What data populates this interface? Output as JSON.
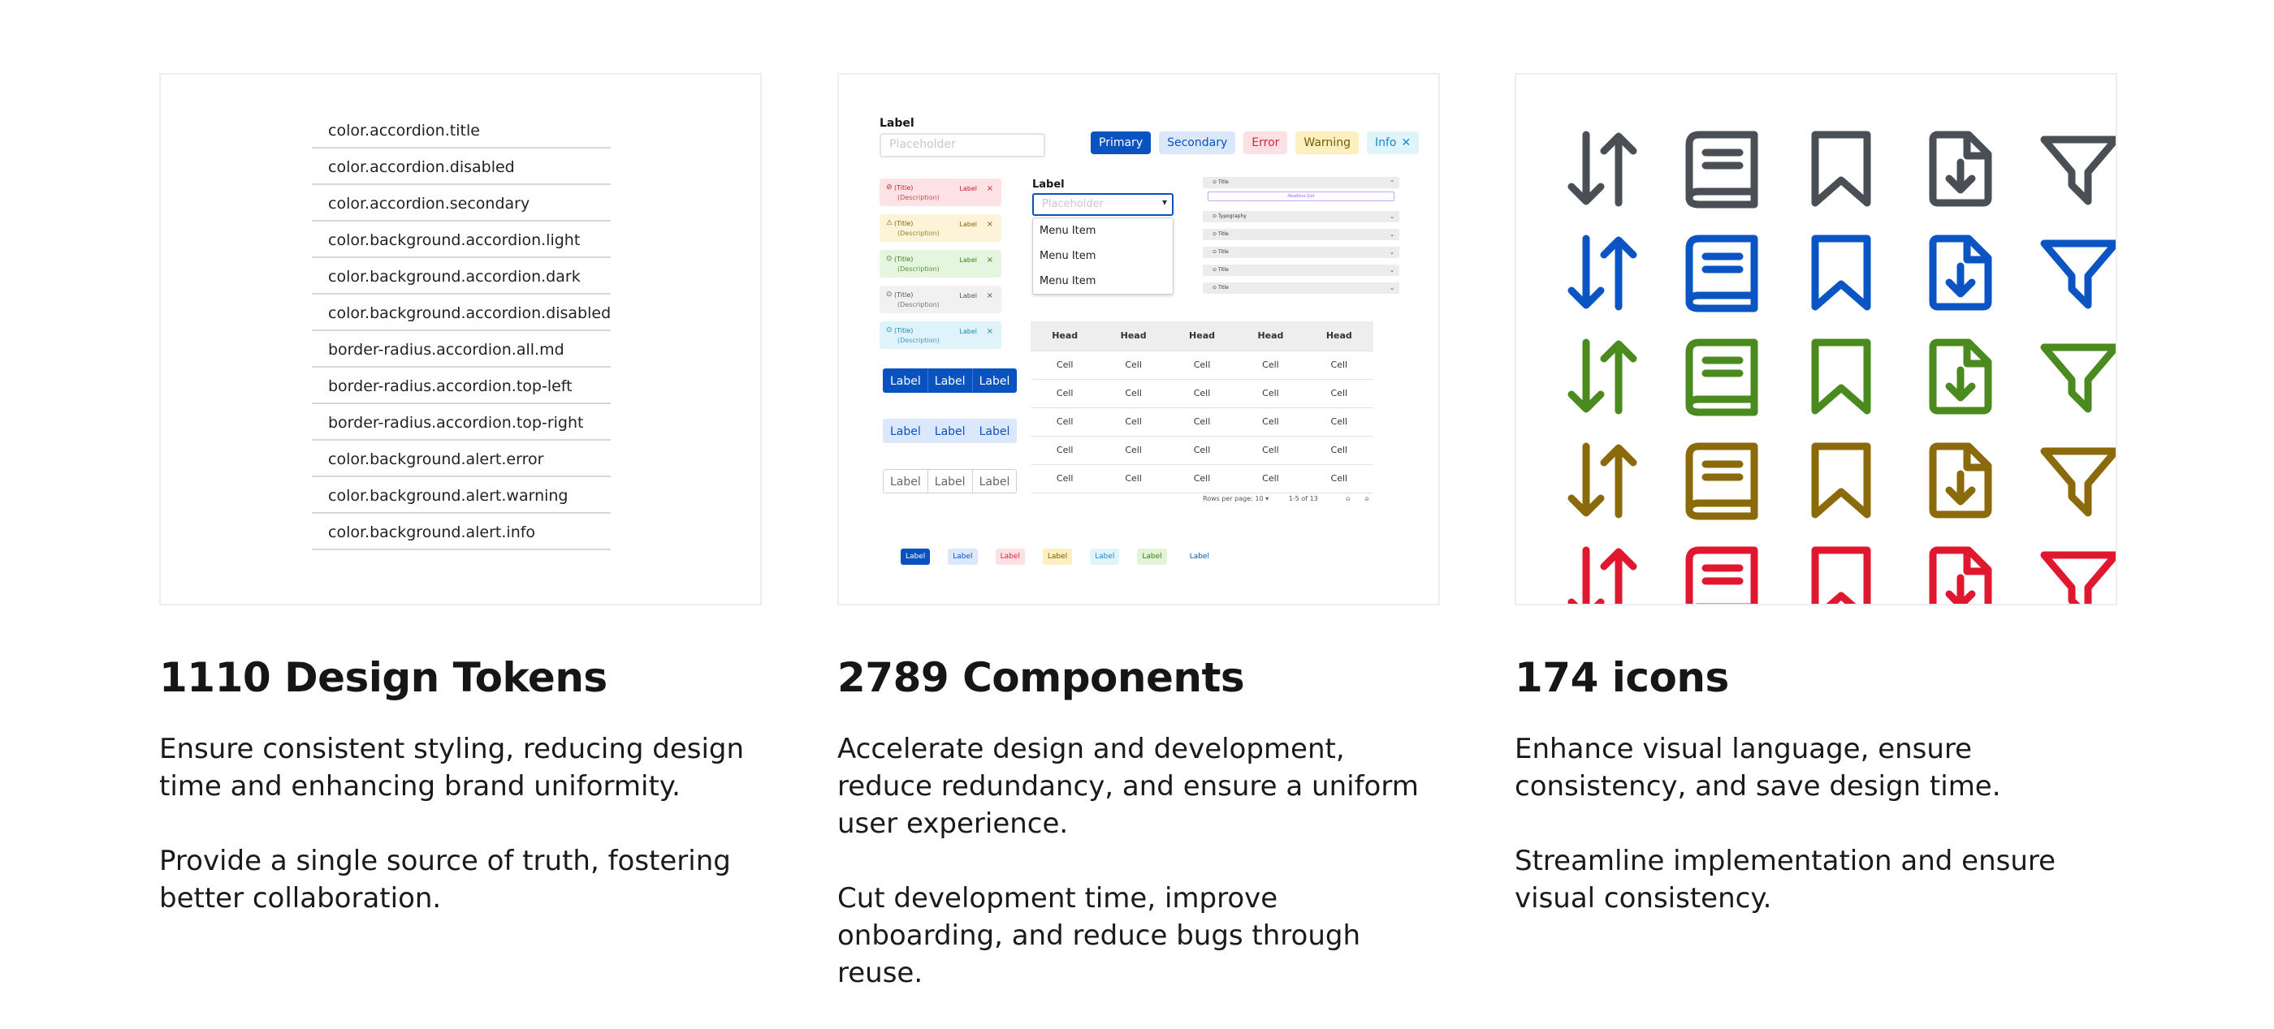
{
  "cards": [
    {
      "heading": "1110 Design Tokens",
      "paragraphs": [
        "Ensure consistent styling, reducing design time and enhancing brand uniformity.",
        "Provide a single source of truth, fostering better collaboration."
      ]
    },
    {
      "heading": "2789 Components",
      "paragraphs": [
        "Accelerate design and development, reduce redundancy, and ensure a uniform user experience.",
        "Cut development time, improve onboarding, and reduce bugs through reuse."
      ]
    },
    {
      "heading": "174 icons",
      "paragraphs": [
        "Enhance visual language, ensure consistency, and save design time.",
        "Streamline implementation and ensure visual consistency."
      ]
    }
  ],
  "tokens": [
    "color.accordion.title",
    "color.accordion.disabled",
    "color.accordion.secondary",
    "color.background.accordion.light",
    "color.background.accordion.dark",
    "color.background.accordion.disabled",
    "border-radius.accordion.all.md",
    "border-radius.accordion.top-left",
    "border-radius.accordion.top-right",
    "color.background.alert.error",
    "color.background.alert.warning",
    "color.background.alert.info"
  ],
  "mock": {
    "field_label": "Label",
    "placeholder": "Placeholder",
    "tags": [
      {
        "label": "Primary",
        "bg": "#0a52bf",
        "fg": "#ffffff"
      },
      {
        "label": "Secondary",
        "bg": "#dbe8fb",
        "fg": "#0a52bf"
      },
      {
        "label": "Error",
        "bg": "#fbe0e4",
        "fg": "#d6243b"
      },
      {
        "label": "Warning",
        "bg": "#fcefc0",
        "fg": "#7a5a00"
      },
      {
        "label": "Info",
        "bg": "#dff4fb",
        "fg": "#1c87c9"
      }
    ],
    "info_close": "✕",
    "alerts": [
      {
        "title": "(Title)",
        "desc": "(Description)",
        "label": "Label",
        "icon": "⊘",
        "bg": "#fde3e6",
        "fg": "#c81e32"
      },
      {
        "title": "(Title)",
        "desc": "(Description)",
        "label": "Label",
        "icon": "⚠",
        "bg": "#fdf3d8",
        "fg": "#8a6400"
      },
      {
        "title": "(Title)",
        "desc": "(Description)",
        "label": "Label",
        "icon": "⊙",
        "bg": "#e5f6e0",
        "fg": "#3c7a14"
      },
      {
        "title": "(Title)",
        "desc": "(Description)",
        "label": "Label",
        "icon": "⊙",
        "bg": "#f1f1f1",
        "fg": "#555555"
      },
      {
        "title": "(Title)",
        "desc": "(Description)",
        "label": "Label",
        "icon": "⊙",
        "bg": "#def3fa",
        "fg": "#1b86b8"
      }
    ],
    "button_groups": [
      {
        "labels": [
          "Label",
          "Label",
          "Label"
        ],
        "bg": "#0a52bf",
        "fg": "#ffffff",
        "border": "#0a52bf"
      },
      {
        "labels": [
          "Label",
          "Label",
          "Label"
        ],
        "bg": "#dbe8fb",
        "fg": "#0a52bf",
        "border": "#dbe8fb"
      },
      {
        "labels": [
          "Label",
          "Label",
          "Label"
        ],
        "bg": "#ffffff",
        "fg": "#666666",
        "border": "#d0d0d0"
      }
    ],
    "dropdown_label": "Label",
    "dropdown_placeholder": "Placeholder",
    "menu_items": [
      "Menu Item",
      "Menu Item",
      "Menu Item"
    ],
    "accordion_top": "Title",
    "accordion_inner": "Headline Slot",
    "accordion_rows": [
      "Typography",
      "Title",
      "Title",
      "Title",
      "Title"
    ],
    "table_head": [
      "Head",
      "Head",
      "Head",
      "Head",
      "Head"
    ],
    "table_cell": "Cell",
    "table_rows": 5,
    "rows_per_page_label": "Rows per page:",
    "rows_per_page_value": "10",
    "range_text": "1-5 of 13",
    "mini_tags": [
      {
        "label": "Label",
        "bg": "#0a52bf",
        "fg": "#ffffff"
      },
      {
        "label": "Label",
        "bg": "#dbe8fb",
        "fg": "#0a52bf"
      },
      {
        "label": "Label",
        "bg": "#fbe0e4",
        "fg": "#d6243b"
      },
      {
        "label": "Label",
        "bg": "#fcefc0",
        "fg": "#7a5a00"
      },
      {
        "label": "Label",
        "bg": "#dff4fb",
        "fg": "#1c87c9"
      },
      {
        "label": "Label",
        "bg": "#e2f4d8",
        "fg": "#3c7a14"
      },
      {
        "label": "Label",
        "bg": "#ffffff",
        "fg": "#0a52bf"
      }
    ]
  },
  "icons": {
    "types": [
      "sort-arrows-icon",
      "book-icon",
      "bookmark-icon",
      "file-download-icon",
      "filter-icon"
    ],
    "colors": [
      "#4a4f55",
      "#0b54c3",
      "#4a8a1e",
      "#8a6a0a",
      "#e0182f"
    ]
  }
}
